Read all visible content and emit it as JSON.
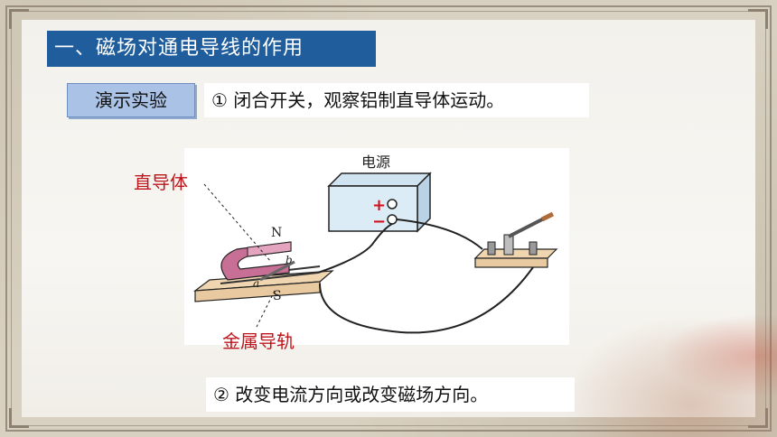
{
  "title": "一、磁场对通电导线的作用",
  "demo_label": "演示实验",
  "steps": [
    "① 闭合开关，观察铝制直导体运动。",
    "② 改变电流方向或改变磁场方向。"
  ],
  "diagram": {
    "power_label": "电源",
    "plus": "+",
    "minus": "−",
    "magnet_north": "N",
    "magnet_south": "S",
    "point_a": "a",
    "point_b": "b",
    "callout_conductor": "直导体",
    "callout_rail": "金属导轨"
  },
  "colors": {
    "title_bg": "#1f5d9c",
    "demo_bg": "#a9c2e6",
    "callout": "#c0141b",
    "power_box": "#dcecf6",
    "board": "#e8c9a0"
  }
}
